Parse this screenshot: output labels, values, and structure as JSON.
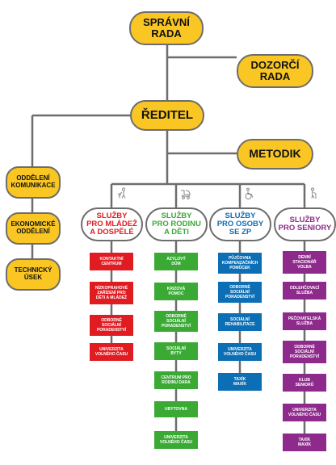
{
  "colors": {
    "yellow": "#f9c623",
    "red": "#e11b22",
    "green": "#3aaa35",
    "blue": "#0c6fb6",
    "purple": "#8d2a8b",
    "connector": "#6d6d6d"
  },
  "top": {
    "spravni_rada": "SPRÁVNÍ\nRADA",
    "dozorci_rada": "DOZORČÍ\nRADA",
    "reditel": "ŘEDITEL",
    "metodik": "METODIK"
  },
  "side": [
    "ODDĚLENÍ\nKOMUNIKACE",
    "EKONOMICKÉ\nODDĚLENÍ",
    "TECHNICKÝ\nÚSEK"
  ],
  "columns": [
    {
      "title": "SLUŽBY\nPRO MLÁDEŽ\nA DOSPĚLÉ",
      "icon": "adult-with-youth-icon",
      "color": "#e11b22",
      "services": [
        "KONTAKTNÍ\nCENTRUM",
        "NÍZKOPRAHOVÉ\nZAŘÍZENÍ PRO\nDĚTI A MLÁDEŽ",
        "ODBORNÉ\nSOCIÁLNÍ\nPORADENSTVÍ",
        "UNIVERZITA\nVOLNÉHO ČASU"
      ]
    },
    {
      "title": "SLUŽBY\nPRO RODINU\nA DĚTI",
      "icon": "stroller-icon",
      "color": "#3aaa35",
      "services": [
        "AZYLOVÝ\nDŮM",
        "KRIZOVÁ\nPOMOC",
        "ODBORNÉ\nSOCIÁLNÍ\nPORADENSTVÍ",
        "SOCIÁLNÍ\nBYTY",
        "CENTRUM PRO\nRODINU DARA",
        "UBYTOVNA",
        "UNIVERZITA\nVOLNÉHO ČASU"
      ]
    },
    {
      "title": "SLUŽBY\nPRO OSOBY\nSE ZP",
      "icon": "wheelchair-icon",
      "color": "#0c6fb6",
      "services": [
        "PŮJČOVNA\nKOMPENZAČNÍCH\nPOMŮCEK",
        "ODBORNÉ\nSOCIÁLNÍ\nPORADENSTVÍ",
        "SOCIÁLNÍ\nREHABILITACE",
        "UNIVERZITA\nVOLNÉHO ČASU",
        "TAXÍK\nMAXÍK"
      ]
    },
    {
      "title": "SLUŽBY\nPRO SENIORY",
      "icon": "elderly-person-icon",
      "color": "#8d2a8b",
      "services": [
        "DENNÍ\nSTACIONÁŘ\nVOLBA",
        "ODLEHČOVACÍ\nSLUŽBA",
        "PEČOVATELSKÁ\nSLUŽBA",
        "ODBORNÉ\nSOCIÁLNÍ\nPORADENSTVÍ",
        "KLUB\nSENIORŮ",
        "UNIVERZITA\nVOLNÉHO ČASU",
        "TAXÍK\nMAXÍK"
      ]
    }
  ]
}
